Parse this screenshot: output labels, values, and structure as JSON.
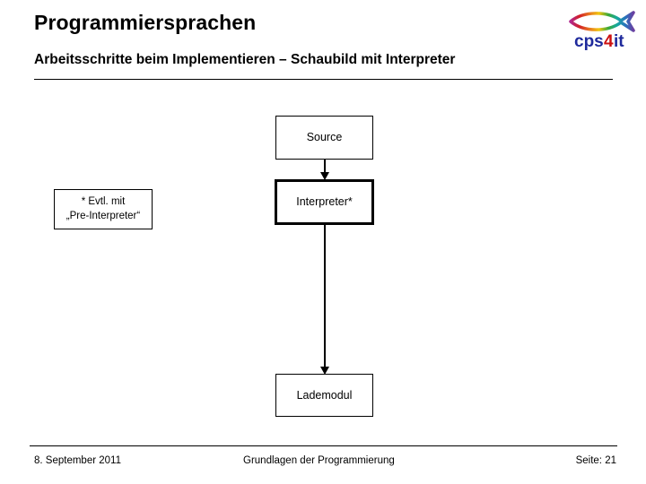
{
  "header": {
    "title": "Programmiersprachen",
    "subtitle": "Arbeitsschritte beim Implementieren – Schaubild mit Interpreter"
  },
  "logo": {
    "name": "cps4it-logo",
    "icon": "fish-icon",
    "text_part1": "cps",
    "text_part2": "4",
    "text_part3": "it",
    "color_text": "#1f2a9c",
    "color_accent": "#cc1111",
    "fish_colors": [
      "#d21f26",
      "#e87722",
      "#f2c40e",
      "#3aa93a",
      "#1b8f4e",
      "#15a8a0",
      "#2b6fbe",
      "#6b3fa0",
      "#b02a8f"
    ]
  },
  "diagram": {
    "nodes": [
      {
        "id": "source",
        "label": "Source"
      },
      {
        "id": "interpreter",
        "label": "Interpreter*"
      },
      {
        "id": "lademodul",
        "label": "Lademodul"
      }
    ],
    "note": {
      "line1": "* Evtl. mit",
      "line2": "„Pre-Interpreter“"
    },
    "arrows": [
      {
        "id": "source-to-interpreter",
        "direction": "down"
      },
      {
        "id": "interpreter-to-lademodul",
        "direction": "down"
      }
    ]
  },
  "footer": {
    "date": "8. September 2011",
    "course": "Grundlagen der Programmierung",
    "page": "Seite: 21"
  }
}
